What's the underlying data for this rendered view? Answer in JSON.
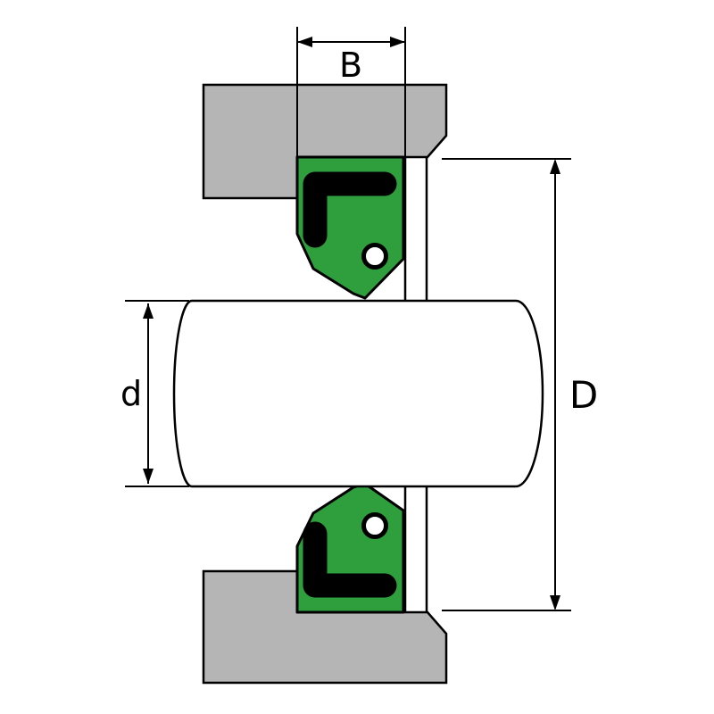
{
  "diagram": {
    "kind": "radial-shaft-seal-installation-cross-section",
    "labels": {
      "seal_width": "B",
      "shaft_diameter": "d",
      "outside_diameter": "D"
    }
  },
  "colors": {
    "housing_gray": "#b5b5b5",
    "seal_green": "#2f9e3c",
    "rubber_black": "#000000",
    "shaft_fill": "#ffffff",
    "spring_white": "#ffffff",
    "line_black": "#000000",
    "background": "#ffffff"
  }
}
